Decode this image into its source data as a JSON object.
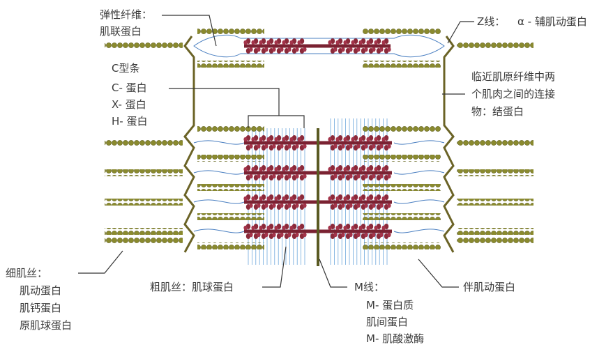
{
  "labels": {
    "elastic_filament": "弹性纤维：",
    "titin": "肌联蛋白",
    "z_line": "Z线：",
    "alpha_actinin": "α - 辅肌动蛋白",
    "c_stripe": "C型条",
    "c_protein": "C- 蛋白",
    "x_protein": "X- 蛋白",
    "h_protein": "H- 蛋白",
    "link_line1": "临近肌原纤维中两",
    "link_line2": "个肌肉之间的连接",
    "link_line3": "物：结蛋白",
    "thin_filament": "细肌丝：",
    "actin": "肌动蛋白",
    "troponin": "肌钙蛋白",
    "tropomyosin": "原肌球蛋白",
    "thick_filament": "粗肌丝：肌球蛋白",
    "m_line": "M线：",
    "m_protein": "M- 蛋白质",
    "myomesin": "肌间蛋白",
    "m_creatine_kinase": "M- 肌酸激酶",
    "nebulin": "伴肌动蛋白"
  },
  "colors": {
    "thin_filament": "#8a8a2e",
    "thick_filament": "#8b2a3a",
    "z_line": "#6b6326",
    "titin": "#4a7fc1",
    "leader": "#333333",
    "stripe": "#6fa8dc"
  }
}
